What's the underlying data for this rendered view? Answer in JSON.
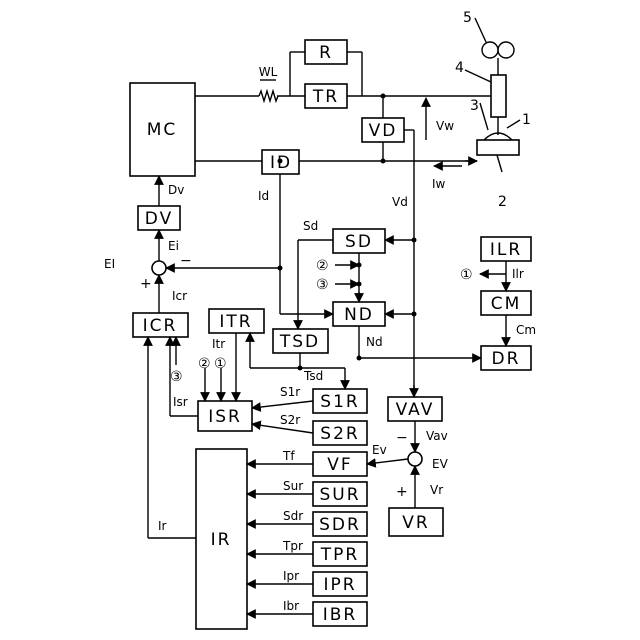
{
  "blocks": {
    "MC": "MC",
    "DV": "DV",
    "ID": "ID",
    "R": "R",
    "TR": "TR",
    "VD": "VD",
    "SD": "SD",
    "ND": "ND",
    "ILR": "ILR",
    "CM": "CM",
    "DR": "DR",
    "ICR": "ICR",
    "ITR": "ITR",
    "TSD": "TSD",
    "ISR": "ISR",
    "S1R": "S1R",
    "S2R": "S2R",
    "VAV": "VAV",
    "VF": "VF",
    "SUR": "SUR",
    "SDR": "SDR",
    "TPR": "TPR",
    "IPR": "IPR",
    "IBR": "IBR",
    "VR": "VR",
    "IR": "IR"
  },
  "signals": {
    "WL": "WL",
    "Vw": "Vw",
    "Iw": "Iw",
    "Vd": "Vd",
    "Id": "Id",
    "Dv": "Dv",
    "Ei": "Ei",
    "EI": "EI",
    "Icr": "Icr",
    "Sd": "Sd",
    "Nd": "Nd",
    "Ilr": "Ilr",
    "Cm": "Cm",
    "Itr": "Itr",
    "Isr": "Isr",
    "Tsd": "Tsd",
    "S1r": "S1r",
    "S2r": "S2r",
    "Tf": "Tf",
    "Ev": "Ev",
    "EV": "EV",
    "Vav": "Vav",
    "Vr": "Vr",
    "Sur": "Sur",
    "Sdr": "Sdr",
    "Tpr": "Tpr",
    "Ipr": "Ipr",
    "Ibr": "Ibr",
    "Ir": "Ir"
  },
  "signs": {
    "ei_plus": "+",
    "ei_minus": "−",
    "ev_minus": "−",
    "ev_plus": "+"
  },
  "refs": {
    "r1": "1",
    "r2": "2",
    "r3": "3",
    "r4": "4",
    "r5": "5",
    "c1": "①",
    "c2": "②",
    "c3": "③"
  }
}
